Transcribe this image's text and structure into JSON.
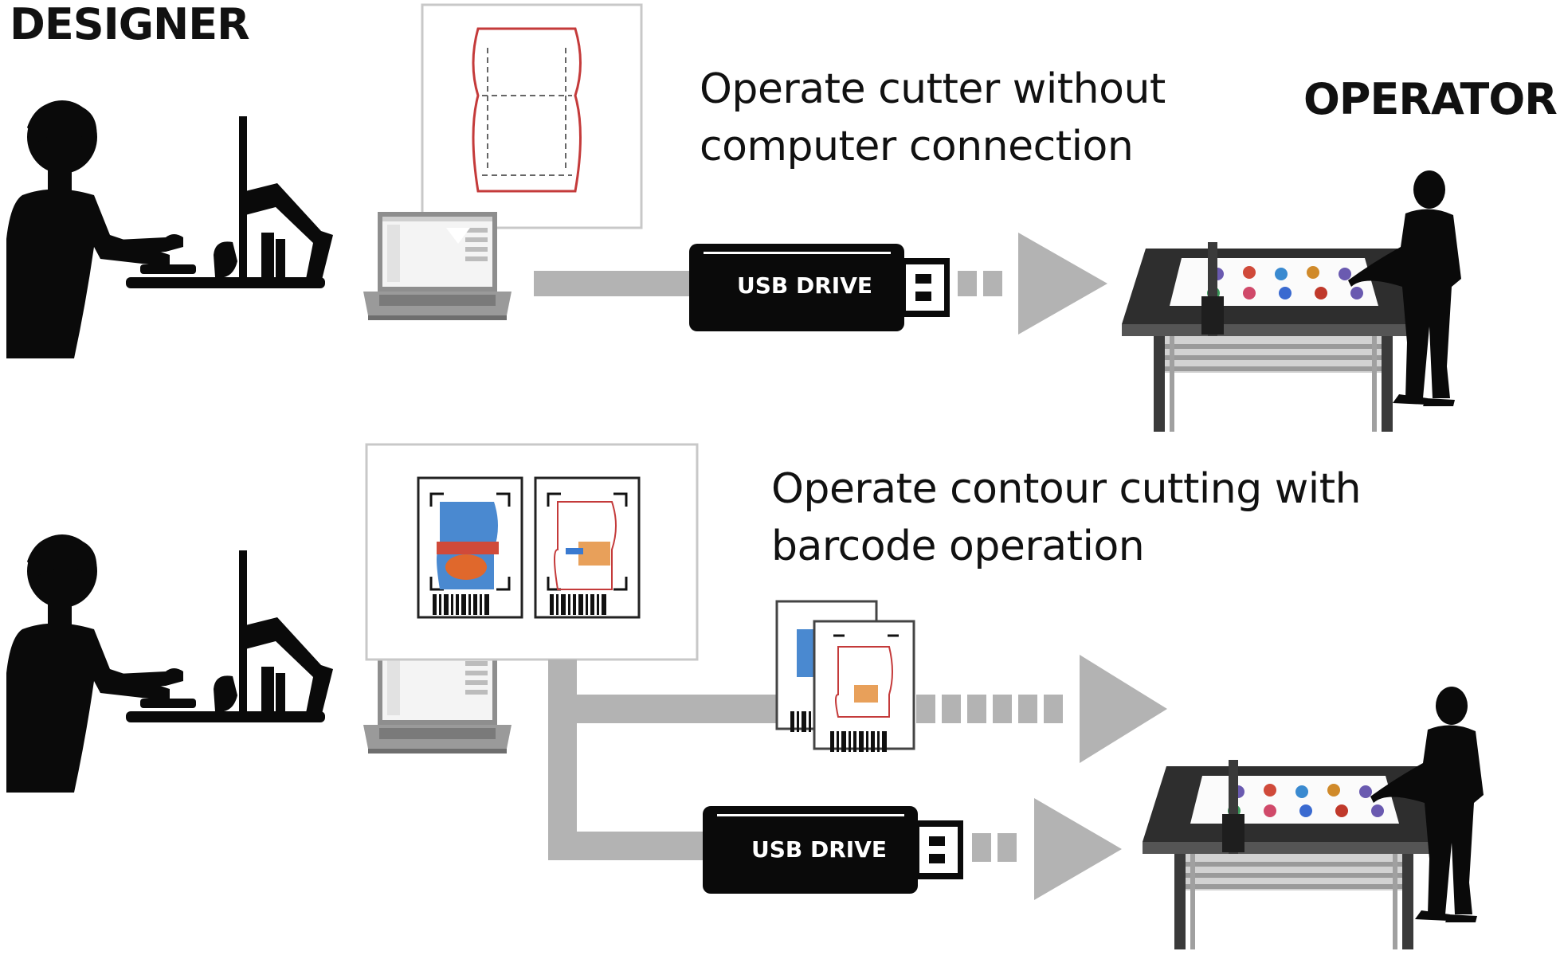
{
  "roles": {
    "designer": "DESIGNER",
    "operator": "OPERATOR"
  },
  "top_flow": {
    "caption": "Operate cutter without computer connection",
    "usb_label": "USB DRIVE"
  },
  "bottom_flow": {
    "caption": "Operate contour cutting with barcode operation",
    "usb_label": "USB DRIVE"
  },
  "icons": [
    "designer-silhouette-icon",
    "monitor-icon",
    "laptop-icon",
    "usb-drive-icon",
    "arrow-icon",
    "flatbed-cutter-icon",
    "operator-silhouette-icon",
    "barcode-icon",
    "package-print-icon"
  ],
  "colors": {
    "flow_gray": "#b3b3b3",
    "silhouette": "#0a0a0a",
    "die_line_red": "#c43a3a",
    "package_blue": "#4a89d0",
    "accent_orange": "#e0682c"
  }
}
